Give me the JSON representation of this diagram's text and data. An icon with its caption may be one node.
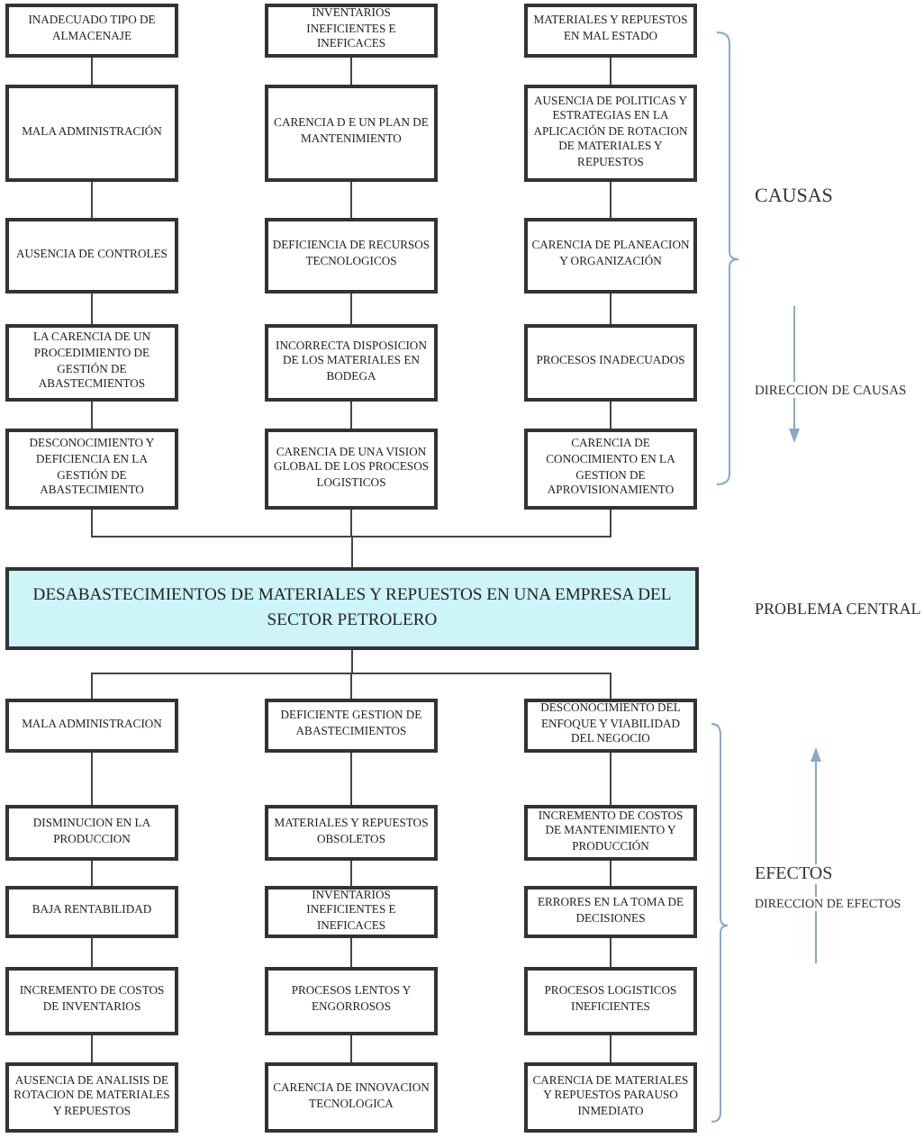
{
  "diagram": {
    "nodes": [
      {
        "text": [
          "INADECUADO TIPO DE ALMACENAJE"
        ]
      },
      {
        "text": [
          "INVENTARIOS INEFICIENTES E INEFICACES"
        ]
      },
      {
        "text": [
          "MATERIALES Y REPUESTOS EN MAL ESTADO"
        ]
      },
      {
        "text": [
          "MALA ADMINISTRACIÓN"
        ]
      },
      {
        "text": [
          "CARENCIA D E UN PLAN DE MANTENIMIENTO"
        ]
      },
      {
        "text": [
          "AUSENCIA DE POLITICAS Y ESTRATEGIAS EN LA APLICACIÓN DE ROTACION DE MATERIALES Y REPUESTOS"
        ]
      },
      {
        "text": [
          "AUSENCIA DE CONTROLES"
        ]
      },
      {
        "text": [
          "DEFICIENCIA DE RECURSOS TECNOLOGICOS"
        ]
      },
      {
        "text": [
          "CARENCIA DE PLANEACION Y ORGANIZACIÓN"
        ]
      },
      {
        "text": [
          "LA CARENCIA DE UN PROCEDIMIENTO DE GESTIÓN DE ABASTECMIENTOS"
        ]
      },
      {
        "text": [
          "INCORRECTA DISPOSICION DE LOS MATERIALES EN BODEGA"
        ]
      },
      {
        "text": [
          "PROCESOS INADECUADOS"
        ]
      },
      {
        "text": [
          "DESCONOCIMIENTO Y DEFICIENCIA EN LA GESTIÓN DE ABASTECIMIENTO"
        ]
      },
      {
        "text": [
          "CARENCIA DE UNA VISION GLOBAL DE LOS PROCESOS LOGISTICOS"
        ]
      },
      {
        "text": [
          "CARENCIA DE CONOCIMIENTO EN LA GESTION DE APROVISIONAMIENTO"
        ]
      },
      {
        "text": [
          "DESABASTECIMIENTOS DE MATERIALES Y REPUESTOS EN UNA EMPRESA DEL SECTOR PETROLERO"
        ]
      },
      {
        "text": [
          "MALA ADMINISTRACION"
        ]
      },
      {
        "text": [
          "DEFICIENTE GESTION DE ABASTECIMIENTOS"
        ]
      },
      {
        "text": [
          "DESCONOCIMIENTO DEL ENFOQUE Y VIABILIDAD DEL NEGOCIO"
        ]
      },
      {
        "text": [
          "DISMINUCION EN LA PRODUCCION"
        ]
      },
      {
        "text": [
          "MATERIALES Y REPUESTOS OBSOLETOS"
        ]
      },
      {
        "text": [
          "INCREMENTO DE COSTOS DE MANTENIMIENTO Y PRODUCCIÓN"
        ]
      },
      {
        "text": [
          "BAJA RENTABILIDAD"
        ]
      },
      {
        "text": [
          "INVENTARIOS INEFICIENTES E INEFICACES"
        ]
      },
      {
        "text": [
          "ERRORES EN LA TOMA DE DECISIONES"
        ]
      },
      {
        "text": [
          "INCREMENTO DE COSTOS DE INVENTARIOS"
        ]
      },
      {
        "text": [
          "PROCESOS LENTOS Y ENGORROSOS"
        ]
      },
      {
        "text": [
          "PROCESOS LOGISTICOS INEFICIENTES"
        ]
      },
      {
        "text": [
          "AUSENCIA DE ANALISIS DE ROTACION DE MATERIALES Y REPUESTOS"
        ]
      },
      {
        "text": [
          "CARENCIA DE INNOVACION TECNOLOGICA"
        ]
      },
      {
        "text": [
          "CARENCIA DE MATERIALES Y REPUESTOS PARAUSO INMEDIATO"
        ]
      }
    ],
    "edges": [
      {
        "from": 0,
        "to": 3,
        "arrow": "none"
      },
      {
        "from": 1,
        "to": 4,
        "arrow": "none"
      },
      {
        "from": 2,
        "to": 5,
        "arrow": "none"
      },
      {
        "from": 3,
        "to": 6,
        "arrow": "none"
      },
      {
        "from": 4,
        "to": 7,
        "arrow": "none"
      },
      {
        "from": 5,
        "to": 8,
        "arrow": "none"
      },
      {
        "from": 6,
        "to": 9,
        "arrow": "none"
      },
      {
        "from": 7,
        "to": 10,
        "arrow": "none"
      },
      {
        "from": 8,
        "to": 11,
        "arrow": "none"
      },
      {
        "from": 9,
        "to": 12,
        "arrow": "none"
      },
      {
        "from": 10,
        "to": 13,
        "arrow": "none"
      },
      {
        "from": 11,
        "to": 14,
        "arrow": "none"
      },
      {
        "from": 12,
        "to": 15,
        "arrow": "none"
      },
      {
        "from": 13,
        "to": 15,
        "arrow": "none"
      },
      {
        "from": 14,
        "to": 15,
        "arrow": "none"
      },
      {
        "from": 15,
        "to": 16,
        "arrow": "none"
      },
      {
        "from": 15,
        "to": 17,
        "arrow": "none"
      },
      {
        "from": 15,
        "to": 18,
        "arrow": "none"
      },
      {
        "from": 16,
        "to": 19,
        "arrow": "none"
      },
      {
        "from": 17,
        "to": 20,
        "arrow": "none"
      },
      {
        "from": 18,
        "to": 21,
        "arrow": "none"
      },
      {
        "from": 19,
        "to": 22,
        "arrow": "none"
      },
      {
        "from": 20,
        "to": 23,
        "arrow": "none"
      },
      {
        "from": 21,
        "to": 24,
        "arrow": "none"
      },
      {
        "from": 22,
        "to": 25,
        "arrow": "none"
      },
      {
        "from": 23,
        "to": 26,
        "arrow": "none"
      },
      {
        "from": 24,
        "to": 27,
        "arrow": "none"
      },
      {
        "from": 25,
        "to": 28,
        "arrow": "none"
      },
      {
        "from": 26,
        "to": 29,
        "arrow": "none"
      },
      {
        "from": 27,
        "to": 30,
        "arrow": "none"
      }
    ],
    "labels": [
      "CAUSAS",
      "DIRECCION DE CAUSAS",
      "PROBLEMA CENTRAL",
      "EFECTOS",
      "DIRECCION DE EFECTOS"
    ]
  }
}
